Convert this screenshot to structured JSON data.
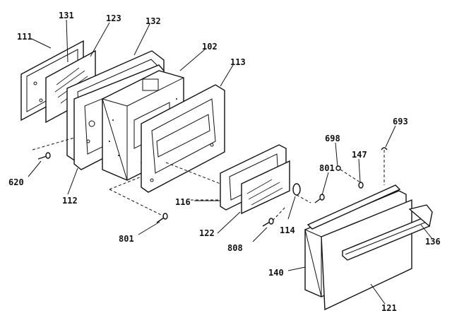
{
  "diagram": {
    "labels": {
      "p111": "111",
      "p131": "131",
      "p123": "123",
      "p132": "132",
      "p102": "102",
      "p113": "113",
      "p620": "620",
      "p112": "112",
      "p116": "116",
      "p801a": "801",
      "p122": "122",
      "p808": "808",
      "p114": "114",
      "p801b": "801",
      "p698": "698",
      "p147": "147",
      "p693": "693",
      "p136": "136",
      "p140": "140",
      "p121": "121"
    }
  }
}
